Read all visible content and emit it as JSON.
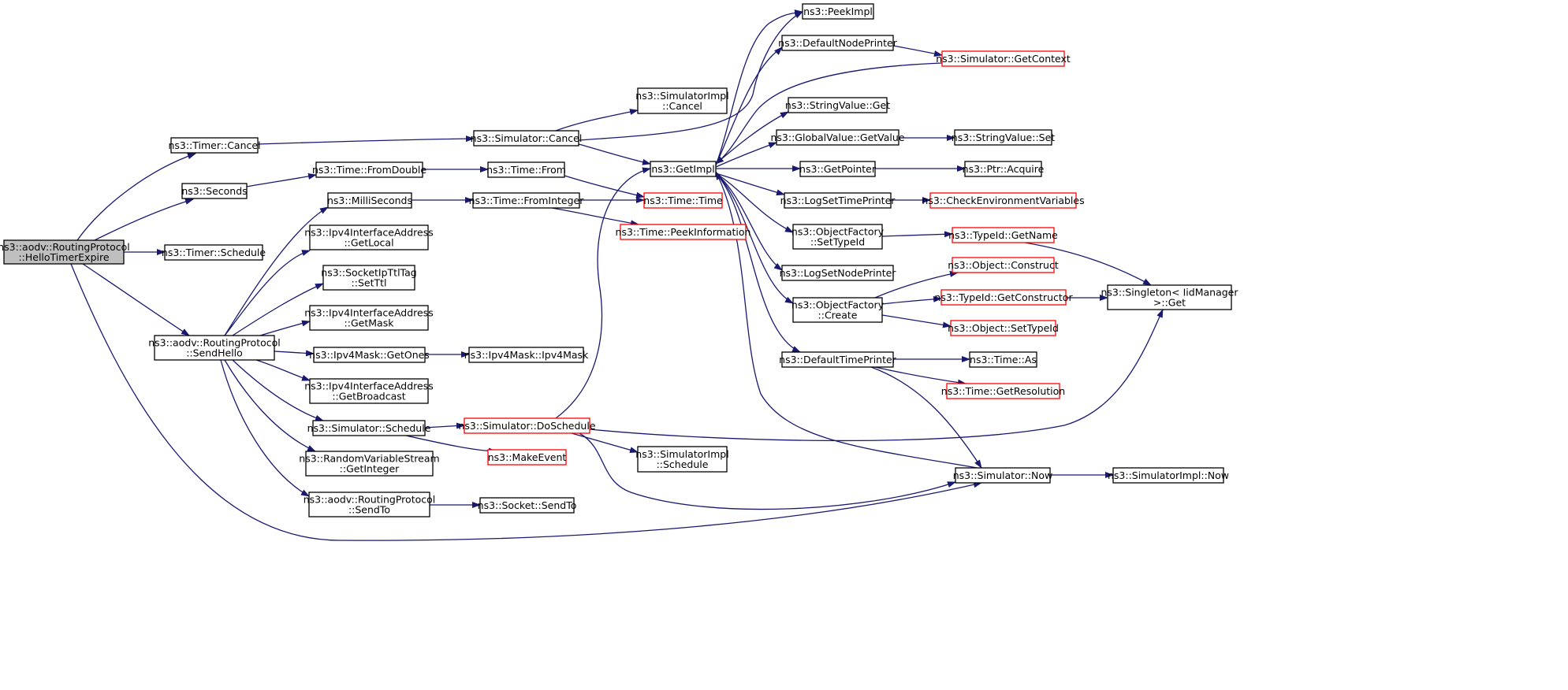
{
  "colors": {
    "edge": "#191970",
    "node_border": "#000000",
    "node_border_truncated": "#ff0000",
    "node_fill": "#ffffff",
    "root_fill": "#bfbfbf"
  },
  "nodes": [
    {
      "id": "hello_timer_expire",
      "lines": [
        "ns3::aodv::RoutingProtocol",
        "::HelloTimerExpire"
      ],
      "style": "root"
    },
    {
      "id": "timer_cancel",
      "lines": [
        "ns3::Timer::Cancel"
      ],
      "style": "normal"
    },
    {
      "id": "seconds",
      "lines": [
        "ns3::Seconds"
      ],
      "style": "normal"
    },
    {
      "id": "timer_schedule",
      "lines": [
        "ns3::Timer::Schedule"
      ],
      "style": "normal"
    },
    {
      "id": "send_hello",
      "lines": [
        "ns3::aodv::RoutingProtocol",
        "::SendHello"
      ],
      "style": "normal"
    },
    {
      "id": "time_fromdouble",
      "lines": [
        "ns3::Time::FromDouble"
      ],
      "style": "normal"
    },
    {
      "id": "milliseconds",
      "lines": [
        "ns3::MilliSeconds"
      ],
      "style": "normal"
    },
    {
      "id": "ipv4ia_getlocal",
      "lines": [
        "ns3::Ipv4InterfaceAddress",
        "::GetLocal"
      ],
      "style": "normal"
    },
    {
      "id": "socketipttltag_setttl",
      "lines": [
        "ns3::SocketIpTtlTag",
        "::SetTtl"
      ],
      "style": "normal"
    },
    {
      "id": "ipv4ia_getmask",
      "lines": [
        "ns3::Ipv4InterfaceAddress",
        "::GetMask"
      ],
      "style": "normal"
    },
    {
      "id": "ipv4mask_getones",
      "lines": [
        "ns3::Ipv4Mask::GetOnes"
      ],
      "style": "normal"
    },
    {
      "id": "ipv4ia_getbroadcast",
      "lines": [
        "ns3::Ipv4InterfaceAddress",
        "::GetBroadcast"
      ],
      "style": "normal"
    },
    {
      "id": "simulator_schedule",
      "lines": [
        "ns3::Simulator::Schedule"
      ],
      "style": "normal"
    },
    {
      "id": "rvs_getinteger",
      "lines": [
        "ns3::RandomVariableStream",
        "::GetInteger"
      ],
      "style": "normal"
    },
    {
      "id": "rp_sendto",
      "lines": [
        "ns3::aodv::RoutingProtocol",
        "::SendTo"
      ],
      "style": "normal"
    },
    {
      "id": "simulator_cancel",
      "lines": [
        "ns3::Simulator::Cancel"
      ],
      "style": "normal"
    },
    {
      "id": "time_from",
      "lines": [
        "ns3::Time::From"
      ],
      "style": "normal"
    },
    {
      "id": "time_frominteger",
      "lines": [
        "ns3::Time::FromInteger"
      ],
      "style": "normal"
    },
    {
      "id": "ipv4mask_ipv4mask",
      "lines": [
        "ns3::Ipv4Mask::Ipv4Mask"
      ],
      "style": "normal"
    },
    {
      "id": "simulator_doschedule",
      "lines": [
        "ns3::Simulator::DoSchedule"
      ],
      "style": "truncated"
    },
    {
      "id": "socket_sendto",
      "lines": [
        "ns3::Socket::SendTo"
      ],
      "style": "normal"
    },
    {
      "id": "simulatorimpl_cancel",
      "lines": [
        "ns3::SimulatorImpl",
        "::Cancel"
      ],
      "style": "normal"
    },
    {
      "id": "getimpl",
      "lines": [
        "ns3::GetImpl"
      ],
      "style": "normal"
    },
    {
      "id": "time_time",
      "lines": [
        "ns3::Time::Time"
      ],
      "style": "truncated"
    },
    {
      "id": "time_peekinformation",
      "lines": [
        "ns3::Time::PeekInformation"
      ],
      "style": "truncated"
    },
    {
      "id": "makeevent",
      "lines": [
        "ns3::MakeEvent"
      ],
      "style": "truncated"
    },
    {
      "id": "simulatorimpl_schedule",
      "lines": [
        "ns3::SimulatorImpl",
        "::Schedule"
      ],
      "style": "normal"
    },
    {
      "id": "peekimpl",
      "lines": [
        "ns3::PeekImpl"
      ],
      "style": "normal"
    },
    {
      "id": "defaultnodeprinter",
      "lines": [
        "ns3::DefaultNodePrinter"
      ],
      "style": "normal"
    },
    {
      "id": "stringvalue_get",
      "lines": [
        "ns3::StringValue::Get"
      ],
      "style": "normal"
    },
    {
      "id": "globalvalue_getvalue",
      "lines": [
        "ns3::GlobalValue::GetValue"
      ],
      "style": "normal"
    },
    {
      "id": "getpointer",
      "lines": [
        "ns3::GetPointer"
      ],
      "style": "normal"
    },
    {
      "id": "logsettimeprinter",
      "lines": [
        "ns3::LogSetTimePrinter"
      ],
      "style": "normal"
    },
    {
      "id": "objectfactory_settypeid",
      "lines": [
        "ns3::ObjectFactory",
        "::SetTypeId"
      ],
      "style": "normal"
    },
    {
      "id": "logsetnodeprinter",
      "lines": [
        "ns3::LogSetNodePrinter"
      ],
      "style": "normal"
    },
    {
      "id": "objectfactory_create",
      "lines": [
        "ns3::ObjectFactory",
        "::Create"
      ],
      "style": "normal"
    },
    {
      "id": "defaulttimeprinter",
      "lines": [
        "ns3::DefaultTimePrinter"
      ],
      "style": "normal"
    },
    {
      "id": "simulator_now",
      "lines": [
        "ns3::Simulator::Now"
      ],
      "style": "normal"
    },
    {
      "id": "simulator_getcontext",
      "lines": [
        "ns3::Simulator::GetContext"
      ],
      "style": "truncated"
    },
    {
      "id": "stringvalue_set",
      "lines": [
        "ns3::StringValue::Set"
      ],
      "style": "normal"
    },
    {
      "id": "ptr_acquire",
      "lines": [
        "ns3::Ptr::Acquire"
      ],
      "style": "normal"
    },
    {
      "id": "checkenvironmentvariables",
      "lines": [
        "ns3::CheckEnvironmentVariables"
      ],
      "style": "truncated"
    },
    {
      "id": "typeid_getname",
      "lines": [
        "ns3::TypeId::GetName"
      ],
      "style": "truncated"
    },
    {
      "id": "object_construct",
      "lines": [
        "ns3::Object::Construct"
      ],
      "style": "truncated"
    },
    {
      "id": "typeid_getconstructor",
      "lines": [
        "ns3::TypeId::GetConstructor"
      ],
      "style": "truncated"
    },
    {
      "id": "object_settypeid",
      "lines": [
        "ns3::Object::SetTypeId"
      ],
      "style": "truncated"
    },
    {
      "id": "time_as",
      "lines": [
        "ns3::Time::As"
      ],
      "style": "normal"
    },
    {
      "id": "time_getresolution",
      "lines": [
        "ns3::Time::GetResolution"
      ],
      "style": "truncated"
    },
    {
      "id": "simulatorimpl_now",
      "lines": [
        "ns3::SimulatorImpl::Now"
      ],
      "style": "normal"
    },
    {
      "id": "singleton_get",
      "lines": [
        "ns3::Singleton< IidManager",
        " >::Get"
      ],
      "style": "normal"
    }
  ],
  "edges": [
    [
      "hello_timer_expire",
      "timer_cancel"
    ],
    [
      "hello_timer_expire",
      "seconds"
    ],
    [
      "hello_timer_expire",
      "timer_schedule"
    ],
    [
      "hello_timer_expire",
      "send_hello"
    ],
    [
      "hello_timer_expire",
      "simulator_now"
    ],
    [
      "timer_cancel",
      "simulator_cancel"
    ],
    [
      "seconds",
      "time_fromdouble"
    ],
    [
      "time_fromdouble",
      "time_from"
    ],
    [
      "time_from",
      "time_time"
    ],
    [
      "send_hello",
      "milliseconds"
    ],
    [
      "send_hello",
      "ipv4ia_getlocal"
    ],
    [
      "send_hello",
      "socketipttltag_setttl"
    ],
    [
      "send_hello",
      "ipv4ia_getmask"
    ],
    [
      "send_hello",
      "ipv4mask_getones"
    ],
    [
      "send_hello",
      "ipv4ia_getbroadcast"
    ],
    [
      "send_hello",
      "simulator_schedule"
    ],
    [
      "send_hello",
      "rvs_getinteger"
    ],
    [
      "send_hello",
      "rp_sendto"
    ],
    [
      "milliseconds",
      "time_frominteger"
    ],
    [
      "time_frominteger",
      "time_time"
    ],
    [
      "time_frominteger",
      "time_peekinformation"
    ],
    [
      "ipv4mask_getones",
      "ipv4mask_ipv4mask"
    ],
    [
      "simulator_schedule",
      "simulator_doschedule"
    ],
    [
      "simulator_schedule",
      "makeevent"
    ],
    [
      "rp_sendto",
      "socket_sendto"
    ],
    [
      "simulator_cancel",
      "simulatorimpl_cancel"
    ],
    [
      "simulator_cancel",
      "getimpl"
    ],
    [
      "simulator_cancel",
      "peekimpl"
    ],
    [
      "simulator_doschedule",
      "getimpl"
    ],
    [
      "simulator_doschedule",
      "simulatorimpl_schedule"
    ],
    [
      "simulator_doschedule",
      "simulator_now"
    ],
    [
      "simulator_doschedule",
      "singleton_get"
    ],
    [
      "getimpl",
      "peekimpl"
    ],
    [
      "getimpl",
      "defaultnodeprinter"
    ],
    [
      "getimpl",
      "stringvalue_get"
    ],
    [
      "getimpl",
      "globalvalue_getvalue"
    ],
    [
      "getimpl",
      "getpointer"
    ],
    [
      "getimpl",
      "logsettimeprinter"
    ],
    [
      "getimpl",
      "objectfactory_settypeid"
    ],
    [
      "getimpl",
      "logsetnodeprinter"
    ],
    [
      "getimpl",
      "objectfactory_create"
    ],
    [
      "getimpl",
      "defaulttimeprinter"
    ],
    [
      "defaultnodeprinter",
      "simulator_getcontext"
    ],
    [
      "simulator_getcontext",
      "getimpl"
    ],
    [
      "simulator_now",
      "getimpl"
    ],
    [
      "globalvalue_getvalue",
      "stringvalue_set"
    ],
    [
      "getpointer",
      "ptr_acquire"
    ],
    [
      "logsettimeprinter",
      "checkenvironmentvariables"
    ],
    [
      "objectfactory_settypeid",
      "typeid_getname"
    ],
    [
      "typeid_getname",
      "singleton_get"
    ],
    [
      "objectfactory_create",
      "object_construct"
    ],
    [
      "objectfactory_create",
      "typeid_getconstructor"
    ],
    [
      "objectfactory_create",
      "object_settypeid"
    ],
    [
      "typeid_getconstructor",
      "singleton_get"
    ],
    [
      "defaulttimeprinter",
      "time_as"
    ],
    [
      "defaulttimeprinter",
      "time_getresolution"
    ],
    [
      "defaulttimeprinter",
      "simulator_now"
    ],
    [
      "simulator_now",
      "simulatorimpl_now"
    ]
  ]
}
